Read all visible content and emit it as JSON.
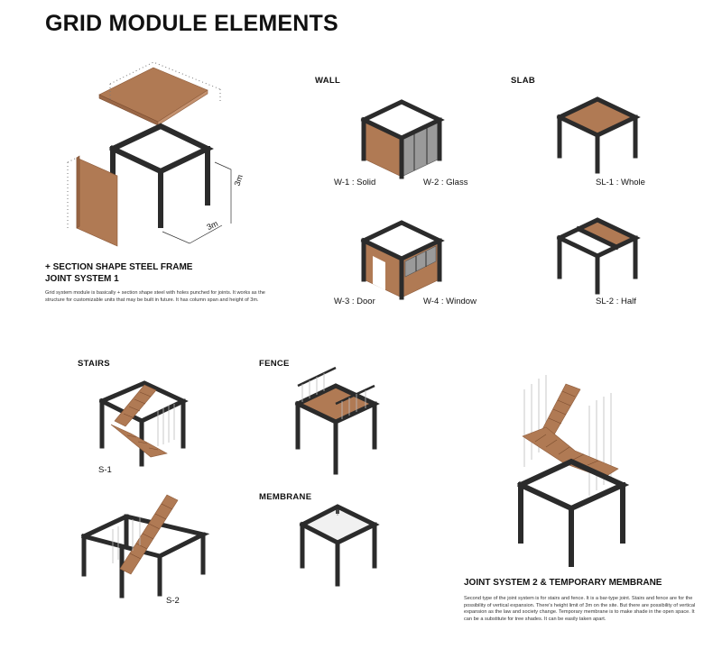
{
  "title": "GRID MODULE ELEMENTS",
  "left": {
    "dim_height": "3m",
    "dim_width": "3m",
    "heading_line1": "+ SECTION SHAPE STEEL FRAME",
    "heading_line2": "JOINT SYSTEM 1",
    "body": "Grid system module is basically + section shape steel with holes punched for joints. It works as the structure for customizable units that may be built in future. It has column span and height of 3m."
  },
  "wall": {
    "title": "WALL",
    "w1": "W-1 : Solid",
    "w2": "W-2 : Glass",
    "w3": "W-3 : Door",
    "w4": "W-4  : Window"
  },
  "slab": {
    "title": "SLAB",
    "sl1": "SL-1 : Whole",
    "sl2": "SL-2 : Half"
  },
  "stairs": {
    "title": "STAIRS",
    "s1": "S-1",
    "s2": "S-2"
  },
  "fence": {
    "title": "FENCE"
  },
  "membrane": {
    "title": "MEMBRANE"
  },
  "joint2": {
    "heading": "JOINT SYSTEM 2 & TEMPORARY MEMBRANE",
    "body": "Second type of the joint system is for stairs and fence. It is a bar-type joint. Stairs and fence are for the possibility of vertical expansion. There's height limit of 3m on the site. But there are possibility of vertical expansion as the law and society change. Temporary membrane is to make shade in the open space. It can be a substitute for tree shades. It can be easily taken apart."
  },
  "colors": {
    "steel": "#2b2b2b",
    "wood": "#b07a54",
    "glass": "#9a9a9a"
  }
}
